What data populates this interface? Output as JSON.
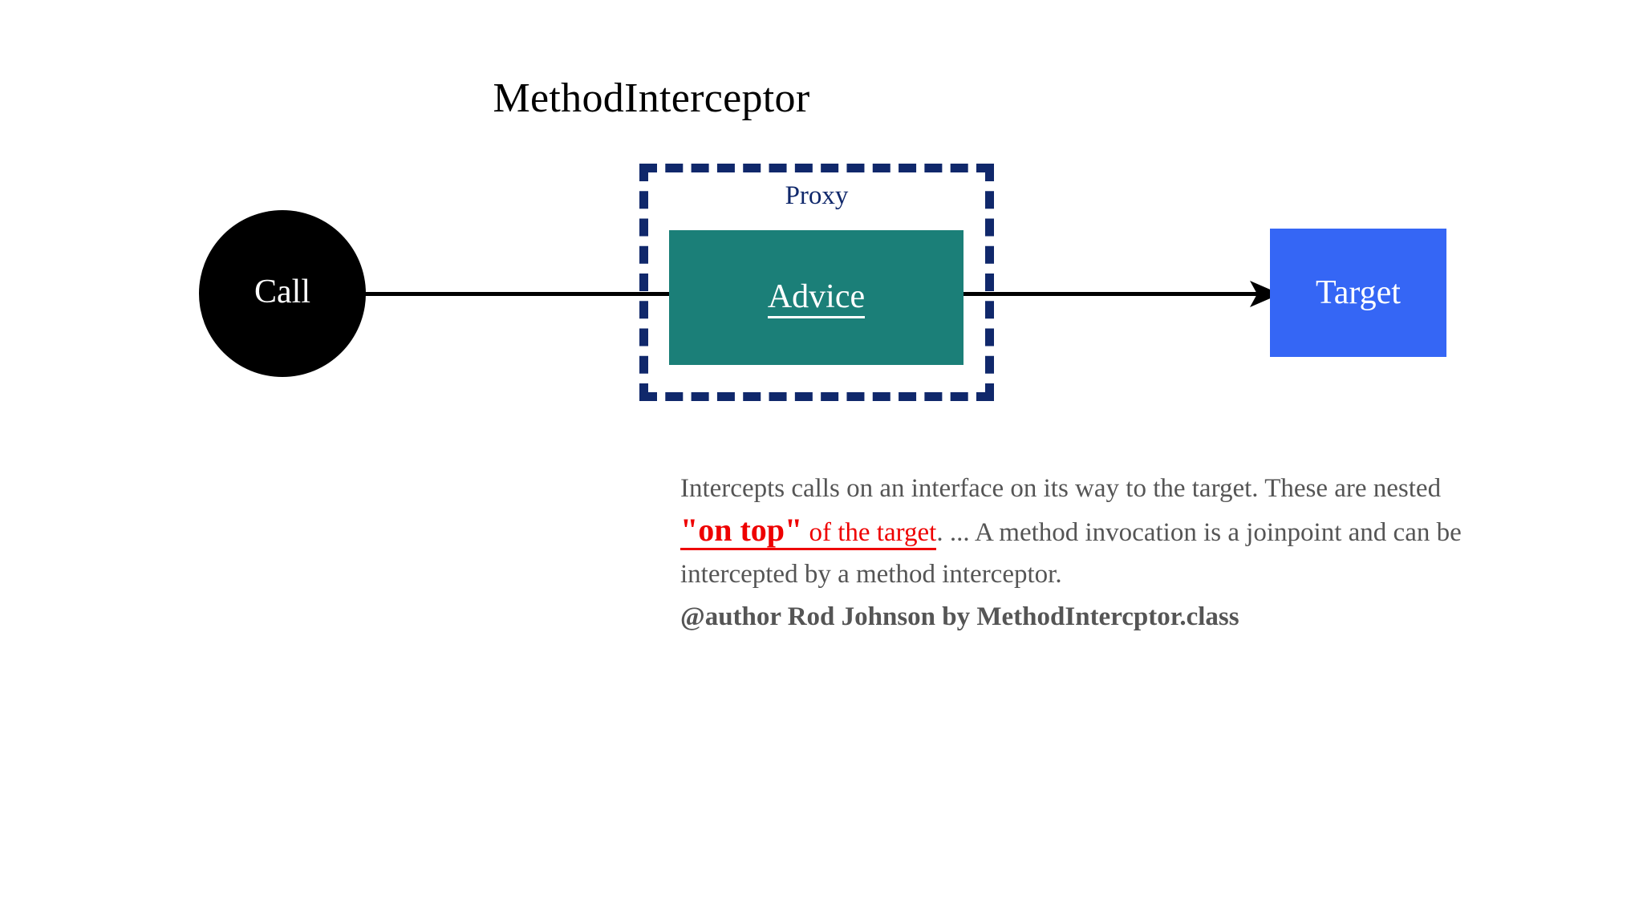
{
  "title": "MethodInterceptor",
  "nodes": {
    "call": {
      "label": "Call",
      "shape": "circle",
      "fill": "#000000",
      "text_color": "#ffffff"
    },
    "proxy": {
      "label": "Proxy",
      "shape": "dashed-rectangle",
      "border_color": "#10286b",
      "text_color": "#10286b"
    },
    "advice": {
      "label": "Advice",
      "shape": "rectangle",
      "fill": "#1b7f78",
      "text_color": "#ffffff",
      "underlined": true
    },
    "target": {
      "label": "Target",
      "shape": "rectangle",
      "fill": "#3566f5",
      "text_color": "#ffffff"
    }
  },
  "connectors": {
    "call_to_proxy": {
      "from": "call",
      "to": "proxy",
      "arrowhead": false,
      "color": "#000000"
    },
    "proxy_to_target": {
      "from": "advice",
      "to": "target",
      "arrowhead": true,
      "color": "#000000"
    }
  },
  "description": {
    "segment_1": "Intercepts calls on an interface on its way to the target. These are nested ",
    "segment_quote_open": "\"",
    "segment_emphasis_bold": "on top",
    "segment_quote_close": "\"",
    "segment_emphasis_rest": " of the target",
    "segment_2": ". ... A method invocation is a joinpoint and can be intercepted by a method interceptor.",
    "segment_author": "@author Rod Johnson by MethodIntercptor.class",
    "body_color": "#555555",
    "emphasis_color": "#ee0000"
  }
}
